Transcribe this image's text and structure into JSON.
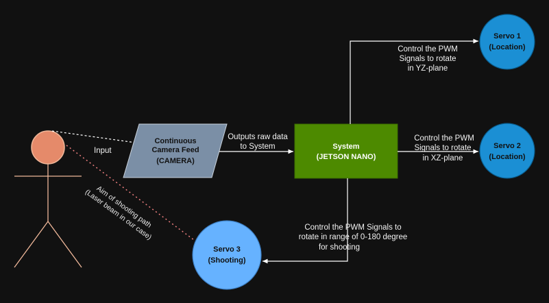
{
  "colors": {
    "background": "#111111",
    "system_fill": "#4d8a00",
    "camera_fill": "#7b8fa6",
    "servo12_fill": "#1b8fd4",
    "servo3_fill": "#66b2ff",
    "person_head": "#e58a6a",
    "person_line": "#f0b89a",
    "aim_line": "#f08080",
    "connector": "#ffffff"
  },
  "nodes": {
    "camera": {
      "line1": "Continuous",
      "line2": "Camera Feed",
      "line3": "(CAMERA)"
    },
    "system": {
      "line1": "System",
      "line2": "(JETSON NANO)"
    },
    "servo1": {
      "line1": "Servo 1",
      "line2": "(Location)"
    },
    "servo2": {
      "line1": "Servo 2",
      "line2": "(Location)"
    },
    "servo3": {
      "line1": "Servo 3",
      "line2": "(Shooting)"
    }
  },
  "edges": {
    "input": "Input",
    "raw_data": {
      "line1": "Outputs raw data",
      "line2": "to System"
    },
    "to_servo1": {
      "line1": "Control the PWM",
      "line2": "Signals to rotate",
      "line3": "in YZ-plane"
    },
    "to_servo2": {
      "line1": "Control the PWM",
      "line2": "Signals to rotate",
      "line3": "in XZ-plane"
    },
    "to_servo3": {
      "line1": "Control the PWM Signals to",
      "line2": "rotate in range of 0-180 degree",
      "line3": "for shooting"
    },
    "aim": {
      "line1": "Aim of shooting path",
      "line2": "(Laser beam in our case)"
    }
  }
}
